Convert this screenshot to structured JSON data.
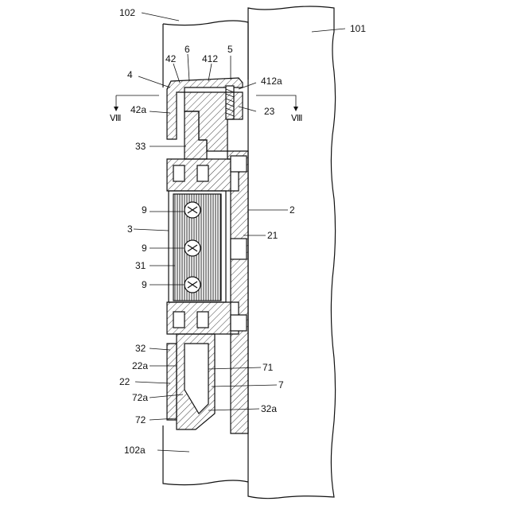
{
  "labels": {
    "l102": "102",
    "l101": "101",
    "l42": "42",
    "l6": "6",
    "l412": "412",
    "l5": "5",
    "l4": "4",
    "l412a": "412a",
    "l42a": "42a",
    "l23": "23",
    "l33": "33",
    "l9a": "9",
    "l2": "2",
    "l3": "3",
    "l9b": "9",
    "l21": "21",
    "l31": "31",
    "l9c": "9",
    "l32": "32",
    "l22a": "22a",
    "l71": "71",
    "l22": "22",
    "l7": "7",
    "l72a": "72a",
    "l32a": "32a",
    "l72": "72",
    "l102a": "102a",
    "sec_left": "Ⅷ",
    "sec_right": "Ⅷ"
  }
}
